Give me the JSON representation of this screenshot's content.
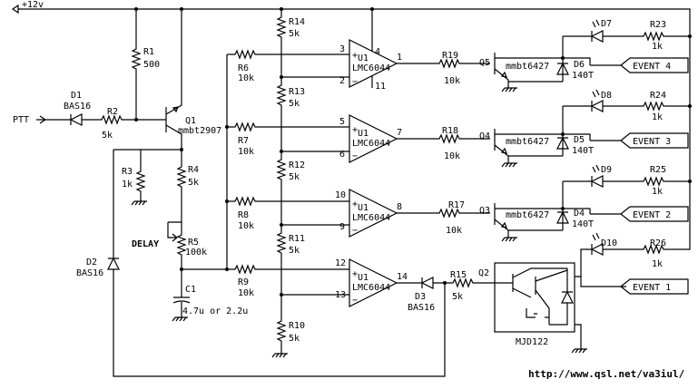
{
  "rails": {
    "vplus": "+12v",
    "ptt": "PTT"
  },
  "r1": {
    "ref": "R1",
    "val": "500"
  },
  "d1": {
    "ref": "D1",
    "val": "BAS16"
  },
  "r2": {
    "ref": "R2",
    "val": "5k"
  },
  "q1": {
    "ref": "Q1",
    "val": "mmbt2907"
  },
  "r3": {
    "ref": "R3",
    "val": "1k"
  },
  "r4": {
    "ref": "R4",
    "val": "5k"
  },
  "r5": {
    "ref": "R5",
    "val": "100k",
    "label": "DELAY"
  },
  "d2": {
    "ref": "D2",
    "val": "BAS16"
  },
  "c1": {
    "ref": "C1",
    "val": "4.7u or 2.2u"
  },
  "r6": {
    "ref": "R6",
    "val": "10k"
  },
  "r7": {
    "ref": "R7",
    "val": "10k"
  },
  "r8": {
    "ref": "R8",
    "val": "10k"
  },
  "r9": {
    "ref": "R9",
    "val": "10k"
  },
  "r14": {
    "ref": "R14",
    "val": "5k"
  },
  "r13": {
    "ref": "R13",
    "val": "5k"
  },
  "r12": {
    "ref": "R12",
    "val": "5k"
  },
  "r11": {
    "ref": "R11",
    "val": "5k"
  },
  "r10": {
    "ref": "R10",
    "val": "5k"
  },
  "u1": {
    "ref": "U1",
    "val": "LMC6044"
  },
  "pins": {
    "p1": "1",
    "p2": "2",
    "p3": "3",
    "p4": "4",
    "p5": "5",
    "p6": "6",
    "p7": "7",
    "p8": "8",
    "p9": "9",
    "p10": "10",
    "p11": "11",
    "p12": "12",
    "p13": "13",
    "p14": "14"
  },
  "r19": {
    "ref": "R19",
    "val": "10k"
  },
  "r18": {
    "ref": "R18",
    "val": "10k"
  },
  "r17": {
    "ref": "R17",
    "val": "10k"
  },
  "r15": {
    "ref": "R15",
    "val": "5k"
  },
  "d3": {
    "ref": "D3",
    "val": "BAS16"
  },
  "q5": {
    "ref": "Q5",
    "val": "mmbt6427"
  },
  "q4": {
    "ref": "Q4",
    "val": "mmbt6427"
  },
  "q3": {
    "ref": "Q3",
    "val": "mmbt6427"
  },
  "q2": {
    "ref": "Q2",
    "val": "MJD122"
  },
  "d6": {
    "ref": "D6",
    "val": "140T"
  },
  "d5": {
    "ref": "D5",
    "val": "140T"
  },
  "d4": {
    "ref": "D4",
    "val": "140T"
  },
  "d7": {
    "ref": "D7"
  },
  "d8": {
    "ref": "D8"
  },
  "d9": {
    "ref": "D9"
  },
  "d10": {
    "ref": "D10"
  },
  "r23": {
    "ref": "R23",
    "val": "1k"
  },
  "r24": {
    "ref": "R24",
    "val": "1k"
  },
  "r25": {
    "ref": "R25",
    "val": "1k"
  },
  "r26": {
    "ref": "R26",
    "val": "1k"
  },
  "events": {
    "e4": "EVENT 4",
    "e3": "EVENT 3",
    "e2": "EVENT 2",
    "e1": "EVENT 1"
  },
  "footer": {
    "url": "http://www.qsl.net/va3iul/"
  }
}
